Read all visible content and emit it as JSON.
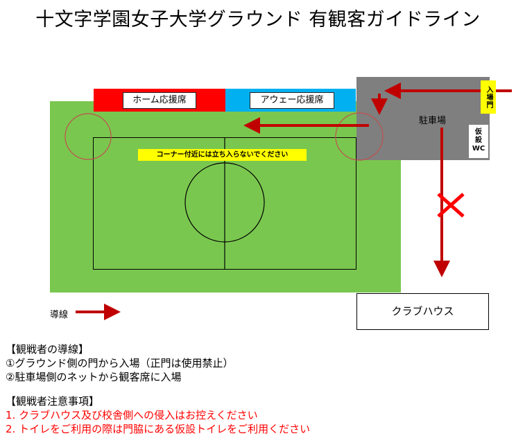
{
  "title": "十文字学園女子大学グラウンド 有観客ガイドライン",
  "map": {
    "home_label": "ホーム応援席",
    "away_label": "アウェー応援席",
    "corner_note": "コーナー付近には立ち入らないでください",
    "entrance_label": "入場門",
    "parking_label": "駐車場",
    "wc_label": [
      "仮",
      "設",
      "WC"
    ],
    "clubhouse_label": "クラブハウス",
    "legend_label": "導線",
    "colors": {
      "field": "#7ac74f",
      "parking": "#7f7f7f",
      "home": "#ff0000",
      "away": "#00b0f0",
      "route": "#c00000",
      "highlight": "#ffff00",
      "prohibited": "#ff0000"
    }
  },
  "route_section": {
    "heading": "【観戦者の導線】",
    "items": [
      "①グラウンド側の門から入場（正門は使用禁止）",
      "②駐車場側のネットから観客席に入場"
    ]
  },
  "caution_section": {
    "heading": "【観戦者注意事項】",
    "items": [
      "1. クラブハウス及び校舎側への侵入はお控えください",
      "2. トイレをご利用の際は門脇にある仮設トイレをご利用ください"
    ]
  }
}
